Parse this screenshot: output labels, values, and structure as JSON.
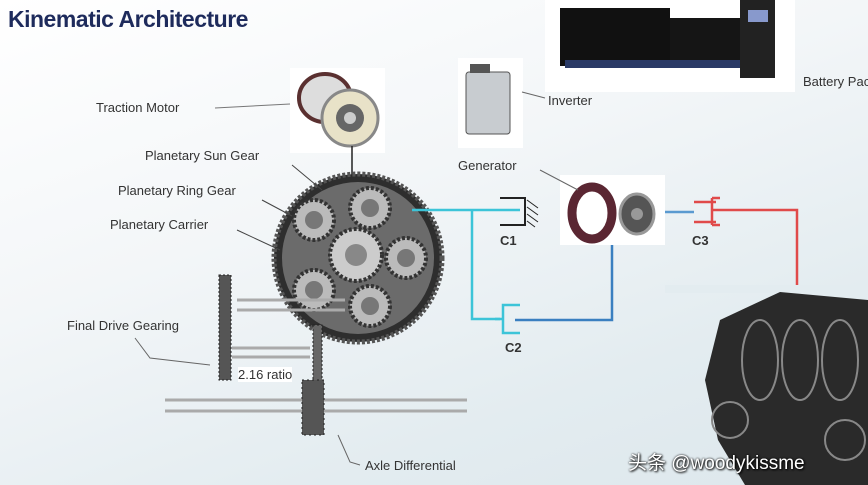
{
  "title": "Kinematic Architecture",
  "labels": {
    "traction_motor": "Traction Motor",
    "sun_gear": "Planetary Sun Gear",
    "ring_gear": "Planetary Ring Gear",
    "carrier": "Planetary Carrier",
    "final_drive": "Final Drive Gearing",
    "ratio": "2.16 ratio",
    "axle_diff": "Axle Differential",
    "inverter": "Inverter",
    "generator": "Generator",
    "battery": "Battery Pack"
  },
  "clutches": {
    "c1": "C1",
    "c2": "C2",
    "c3": "C3"
  },
  "watermark": "头条 @woodykissme",
  "colors": {
    "cyan": "#3cc4d8",
    "blue": "#3a7fc0",
    "red": "#e04a4a",
    "title": "#1e2b5c"
  }
}
